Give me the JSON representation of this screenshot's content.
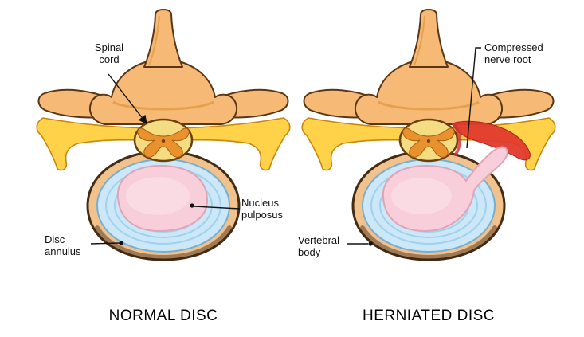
{
  "labels": {
    "spinal_cord": "Spinal cord",
    "nucleus_pulposus": "Nucleus pulposus",
    "disc_annulus": "Disc annulus",
    "compressed_nerve_root": "Compressed nerve root",
    "vertebral_body": "Vertebral body"
  },
  "captions": {
    "normal": "NORMAL DISC",
    "herniated": "HERNIATED DISC"
  },
  "colors": {
    "background": "#FFFFFF",
    "bone": "#F6BA76",
    "bone_outline": "#5A3514",
    "nerve": "#FFD24A",
    "cord": "#F3DC82",
    "gray_matter": "#E8912D",
    "body_rim": "#F2C28C",
    "annulus": "#CBE7F8",
    "annulus_ring": "#9FD2EC",
    "nucleus": "#F8CEDA",
    "herniation": "#E23B2E",
    "label_text": "#111111"
  }
}
